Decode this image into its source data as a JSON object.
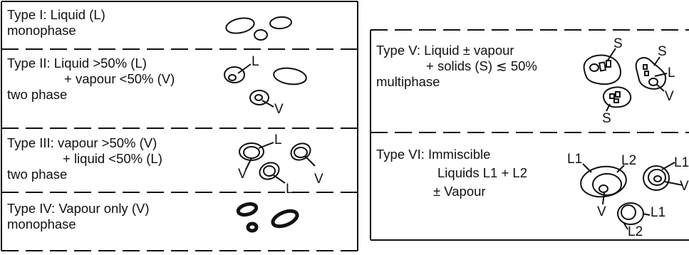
{
  "types": [
    {
      "lines": [
        "Type I: Liquid (L)",
        "monophase"
      ]
    },
    {
      "lines": [
        "Type II: Liquid >50% (L)",
        "+ vapour <50% (V)",
        "two phase"
      ]
    },
    {
      "lines": [
        "Type III: vapour >50% (V)",
        "+ liquid <50% (L)",
        "two phase"
      ]
    },
    {
      "lines": [
        "Type IV: Vapour only (V)",
        "monophase"
      ]
    },
    {
      "lines": [
        "Type V: Liquid ± vapour",
        "+ solids (S) ≲ 50%",
        "multiphase"
      ]
    },
    {
      "lines": [
        "Type VI: Immiscible",
        "Liquids L1 + L2",
        "± Vapour"
      ]
    }
  ],
  "labels": {
    "L": "L",
    "V": "V",
    "S": "S",
    "L1": "L1",
    "L2": "L2"
  }
}
